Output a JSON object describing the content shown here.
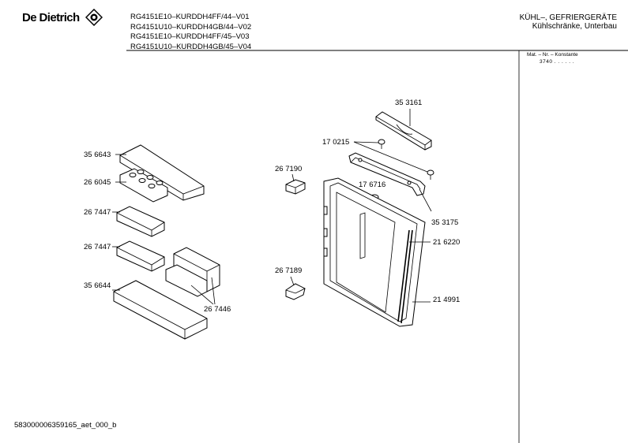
{
  "header": {
    "brand": "De Dietrich",
    "models": [
      "RG4151E10–KURDDH4FF/44–V01",
      "RG4151U10–KURDDH4GB/44–V02",
      "RG4151E10–KURDDH4FF/45–V03",
      "RG4151U10–KURDDH4GB/45–V04"
    ],
    "category_line1": "KÜHL–, GEFRIERGERÄTE",
    "category_line2": "Kühlschränke, Unterbau",
    "mat_label": "Mat. – Nr. – Konstante",
    "mat_value": "3740 . . . . . ."
  },
  "callouts": {
    "p353161": "35 3161",
    "p170215": "17 0215",
    "p267190": "26 7190",
    "p176716": "17 6716",
    "p353175": "35 3175",
    "p216220": "21 6220",
    "p267189": "26 7189",
    "p214991": "21 4991",
    "p356643": "35 6643",
    "p266045": "26 6045",
    "p267447a": "26 7447",
    "p267447b": "26 7447",
    "p356644": "35 6644",
    "p267446": "26 7446"
  },
  "footer": {
    "doc_id": "583000006359165_aet_000_b"
  }
}
